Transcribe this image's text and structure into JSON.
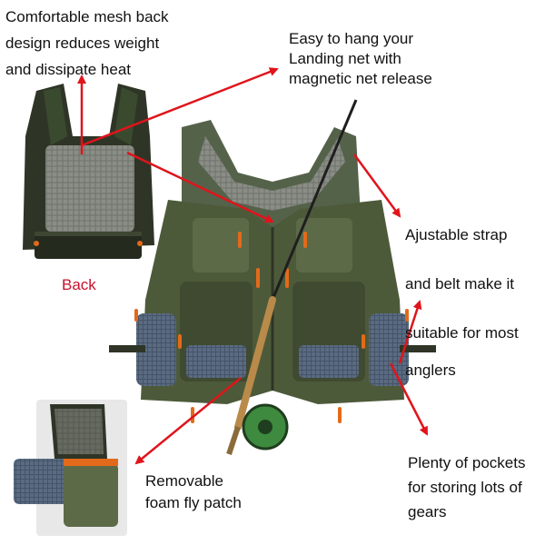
{
  "captions": {
    "mesh_back": "Comfortable mesh  back\ndesign reduces weight\nand  dissipate heat",
    "landing_net": "Easy to hang your\nLanding net with\nmagnetic net release",
    "strap_belt_lines": [
      "Ajustable strap",
      "and belt make it",
      "suitable for most",
      "anglers"
    ],
    "foam_patch": "Removable\nfoam fly patch",
    "pockets": "Plenty of pockets\nfor storing lots of\ngears"
  },
  "back_label": "Back",
  "colors": {
    "arrow": "#e0141b",
    "back_label": "#c8102e",
    "vest_green": "#4d5a3a",
    "vest_dark": "#2f3526",
    "mesh_gray": "#8a8d86",
    "pocket_blue": "#5a6b82",
    "zipper_orange": "#e36a1a",
    "rod_brown": "#b98a4a",
    "reel_green": "#3e8a3e"
  },
  "icons": [
    "fishing-rod-icon",
    "fly-reel-icon"
  ]
}
